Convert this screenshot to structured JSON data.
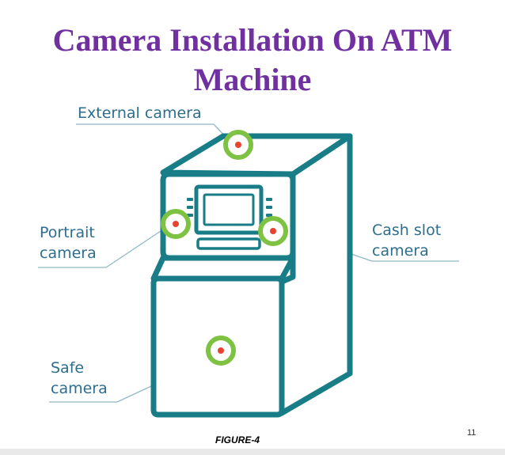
{
  "slide": {
    "title": "Camera Installation On ATM Machine",
    "caption": "FIGURE-4",
    "page_number": "11"
  },
  "labels": {
    "external": "External camera",
    "portrait_line1": "Portrait",
    "portrait_line2": "camera",
    "cashslot_line1": "Cash slot",
    "cashslot_line2": "camera",
    "safe_line1": "Safe",
    "safe_line2": "camera"
  },
  "colors": {
    "title": "#7030a0",
    "atm_outline": "#187d87",
    "label_text": "#2e6d8c",
    "camera_ring": "#7dc242",
    "camera_lens": "#e8432c",
    "leader_line": "#8fb8c8"
  }
}
